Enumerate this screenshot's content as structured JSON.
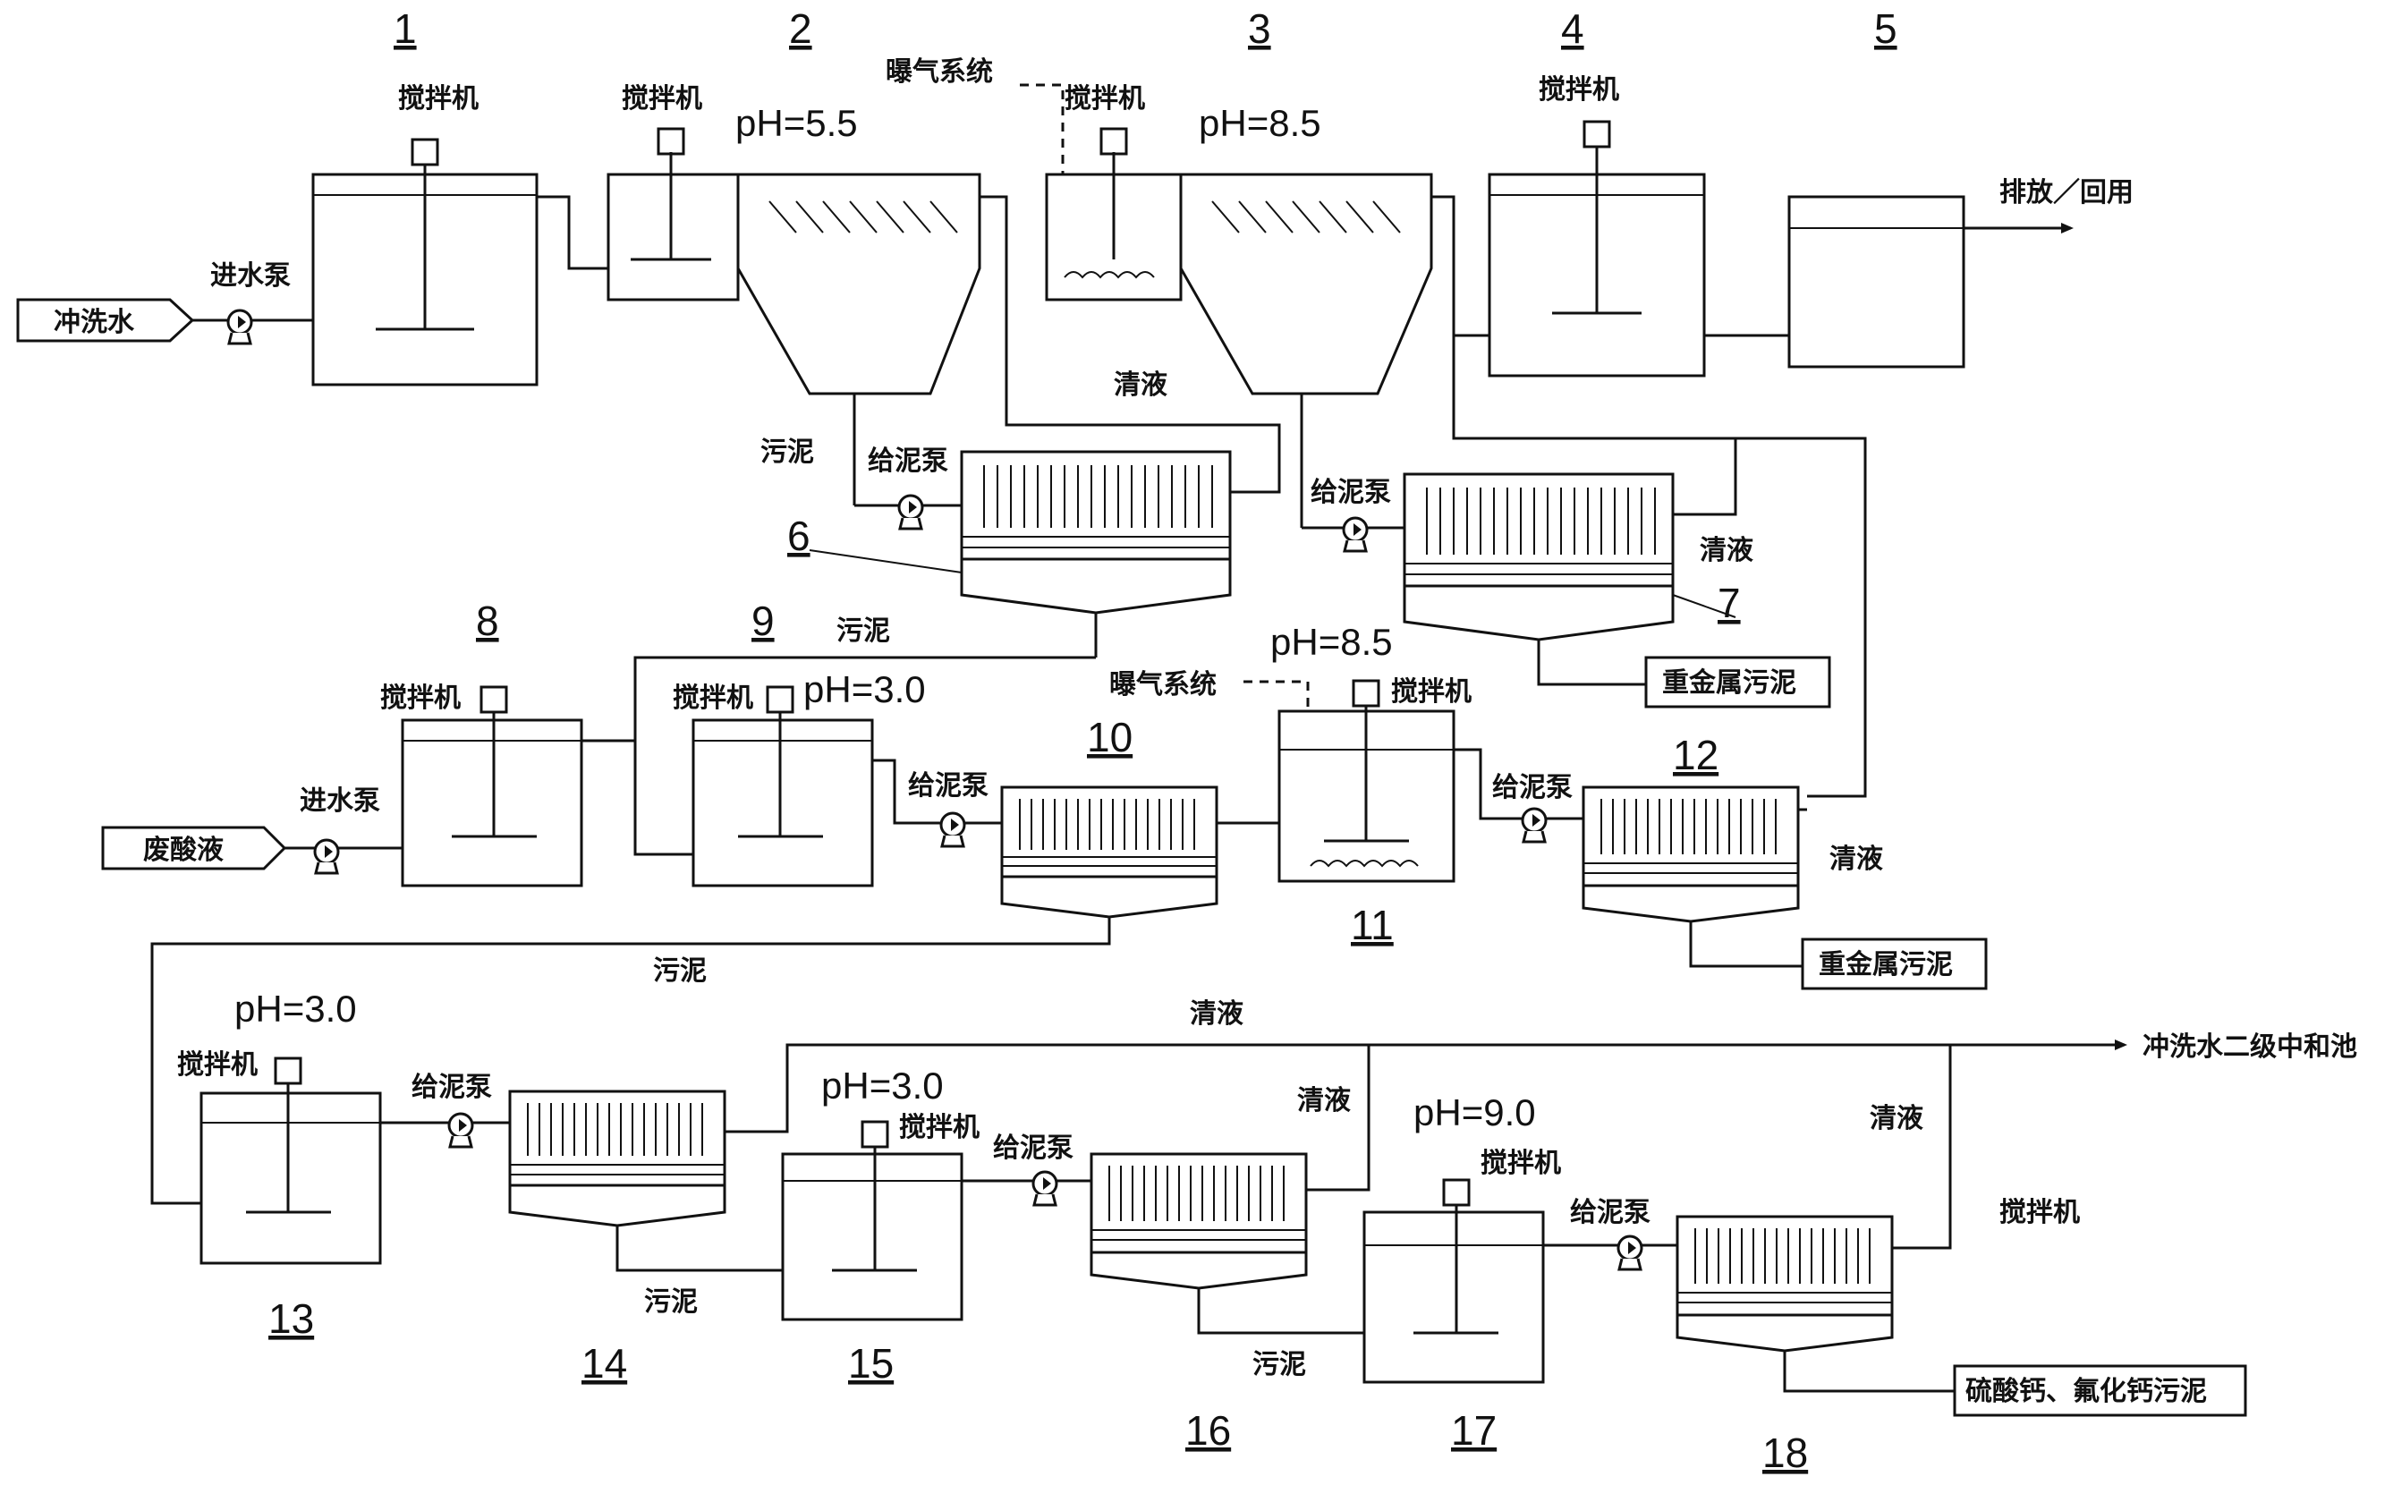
{
  "labels": {
    "mixer": "搅拌机",
    "inlet_pump": "进水泵",
    "sludge_pump": "给泥泵",
    "aeration": "曝气系统",
    "sludge": "污泥",
    "clear_liquid": "清液",
    "flush_water": "冲洗水",
    "waste_acid": "废酸液",
    "discharge": "排放／回用",
    "heavy_metal_sludge": "重金属污泥",
    "ca_sludge": "硫酸钙、氟化钙污泥",
    "secondary_neutral": "冲洗水二级中和池"
  },
  "ph": {
    "u2": "pH=5.5",
    "u3": "pH=8.5",
    "u9": "pH=3.0",
    "u11": "pH=8.5",
    "u13": "pH=3.0",
    "u15": "pH=3.0",
    "u17": "pH=9.0"
  },
  "units": [
    "1",
    "2",
    "3",
    "4",
    "5",
    "6",
    "7",
    "8",
    "9",
    "10",
    "11",
    "12",
    "13",
    "14",
    "15",
    "16",
    "17",
    "18"
  ]
}
